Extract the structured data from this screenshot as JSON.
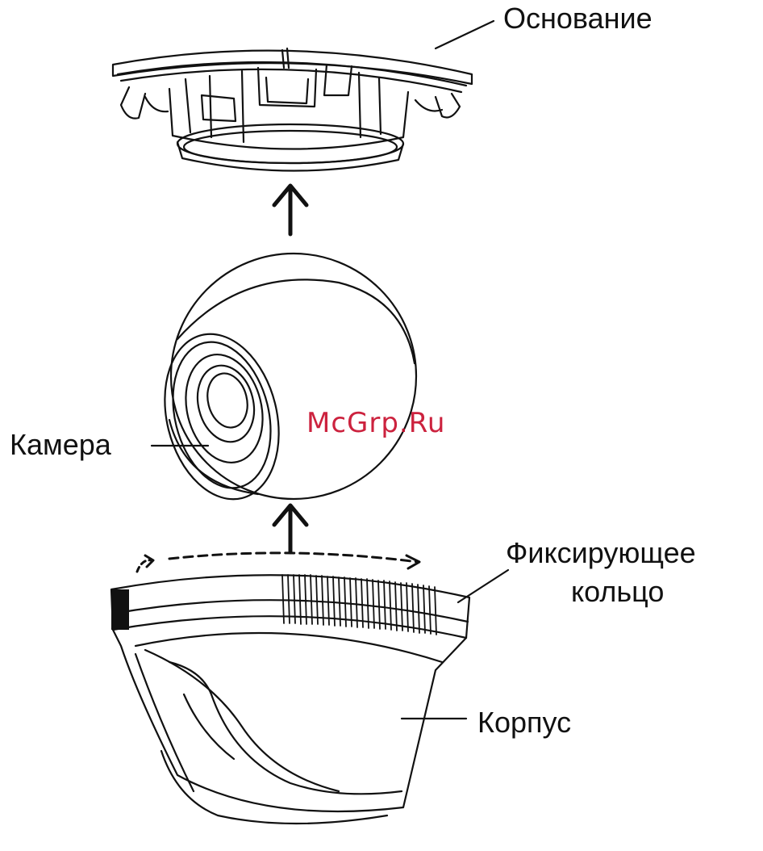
{
  "labels": {
    "base": "Основание",
    "camera": "Камера",
    "ring_line1": "Фиксирующее",
    "ring_line2": "кольцо",
    "housing": "Корпус"
  },
  "watermark": {
    "text": "McGrp.Ru",
    "color": "#c8102e"
  },
  "colors": {
    "line": "#111111",
    "background": "#ffffff"
  },
  "icons": [
    "arrow-up-icon",
    "arrow-up-icon",
    "dashed-rotate-arrow-icon"
  ]
}
